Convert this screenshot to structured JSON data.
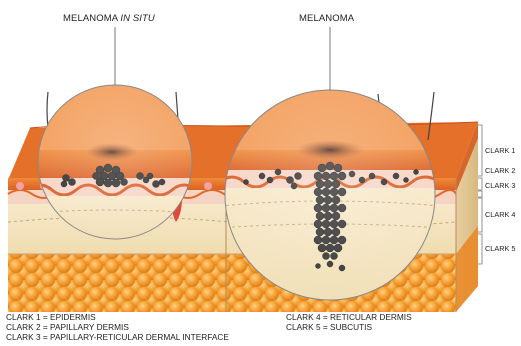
{
  "titles": {
    "in_situ_prefix": "MELANOMA",
    "in_situ_suffix": "IN SITU",
    "invasive": "MELANOMA"
  },
  "clark_labels": [
    "CLARK 1",
    "CLARK 2",
    "CLARK 3",
    "CLARK 4",
    "CLARK 5"
  ],
  "legend": {
    "left": [
      "CLARK 1 = EPIDERMIS",
      "CLARK 2 = PAPILLARY DERMIS",
      "CLARK 3 = PAPILLARY-RETICULAR DERMAL INTERFACE"
    ],
    "right": [
      "CLARK 4 = RETICULAR DERMIS",
      "CLARK 5 = SUBCUTIS"
    ]
  },
  "colors": {
    "epidermis": "#e9722c",
    "papillary_dermis": "#f6d4c4",
    "reticular_dermis": "#f2e6c2",
    "subcutis": "#f39a2a",
    "melanoma": "#2b2b2b"
  }
}
